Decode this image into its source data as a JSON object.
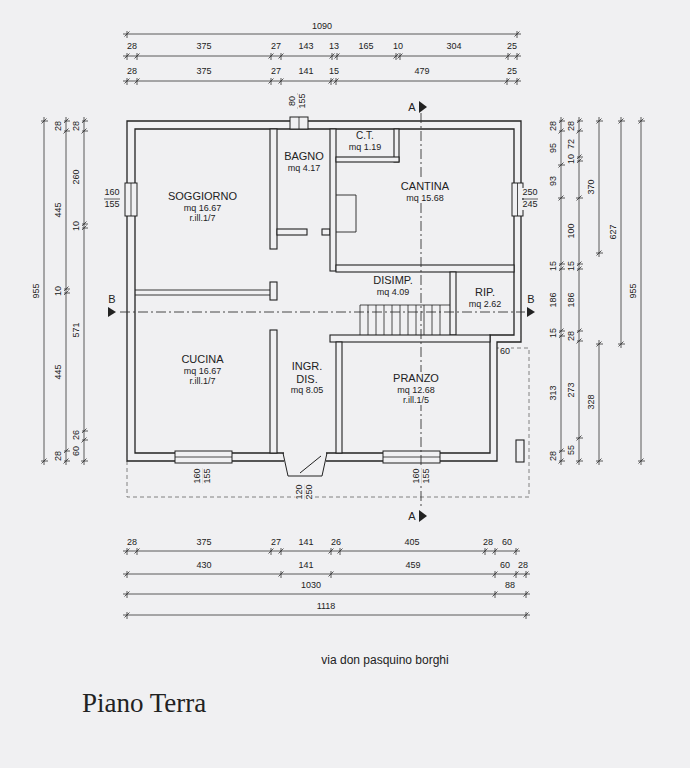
{
  "diagram": {
    "title": "Piano Terra",
    "nodes": [
      {
        "text": [
          "SOGGIORNO",
          "mq 16.67",
          "r.ill.1/7"
        ]
      },
      {
        "text": [
          "BAGNO",
          "mq 4.17"
        ]
      },
      {
        "text": [
          "C.T.",
          "mq 1.19"
        ]
      },
      {
        "text": [
          "CANTINA",
          "mq 15.68"
        ]
      },
      {
        "text": [
          "DISIMP.",
          "mq 4.09"
        ]
      },
      {
        "text": [
          "RIP.",
          "mq 2.62"
        ]
      },
      {
        "text": [
          "CUCINA",
          "mq 16.67",
          "r.ill.1/7"
        ]
      },
      {
        "text": [
          "INGR. DIS.",
          "mq 8.05"
        ]
      },
      {
        "text": [
          "PRANZO",
          "mq 12.68",
          "r.ill.1/5"
        ]
      }
    ],
    "labels": [
      "1090",
      "28",
      "375",
      "27",
      "143",
      "13",
      "165",
      "10",
      "304",
      "25",
      "28",
      "375",
      "27",
      "141",
      "15",
      "479",
      "25",
      "A",
      "80",
      "155",
      "160",
      "155",
      "250",
      "245",
      "B",
      "B",
      "60",
      "160",
      "155",
      "120",
      "250",
      "160",
      "155",
      "A",
      "28",
      "375",
      "27",
      "141",
      "26",
      "405",
      "28",
      "60",
      "430",
      "141",
      "459",
      "60",
      "28",
      "1030",
      "88",
      "1118",
      "955",
      "28",
      "445",
      "10",
      "445",
      "28",
      "28",
      "260",
      "10",
      "571",
      "26",
      "60",
      "28",
      "95",
      "93",
      "15",
      "186",
      "15",
      "313",
      "28",
      "28",
      "72",
      "10",
      "100",
      "15",
      "186",
      "28",
      "273",
      "55",
      "370",
      "328",
      "627",
      "955",
      "via don pasquino borghi"
    ]
  }
}
